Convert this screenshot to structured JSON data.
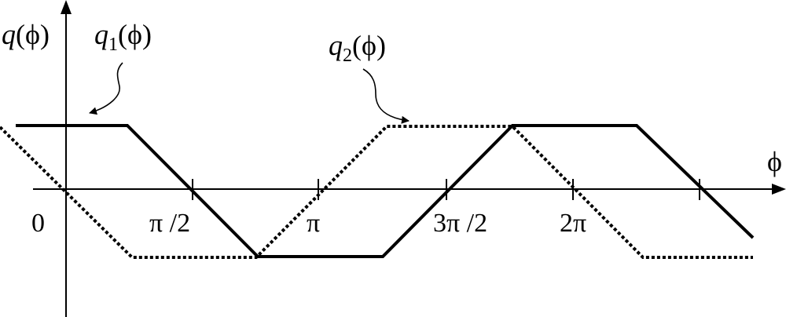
{
  "axes": {
    "y_label_fn": "q",
    "y_label_arg": "(ϕ)",
    "x_label": "ϕ"
  },
  "ticks": {
    "origin": "0",
    "half_pi": "π /2",
    "pi": "π",
    "three_half_pi": "3π /2",
    "two_pi": "2π"
  },
  "curves": {
    "q1": {
      "fn": "q",
      "sub": "1",
      "arg": "(ϕ)"
    },
    "q2": {
      "fn": "q",
      "sub": "2",
      "arg": "(ϕ)"
    }
  }
}
